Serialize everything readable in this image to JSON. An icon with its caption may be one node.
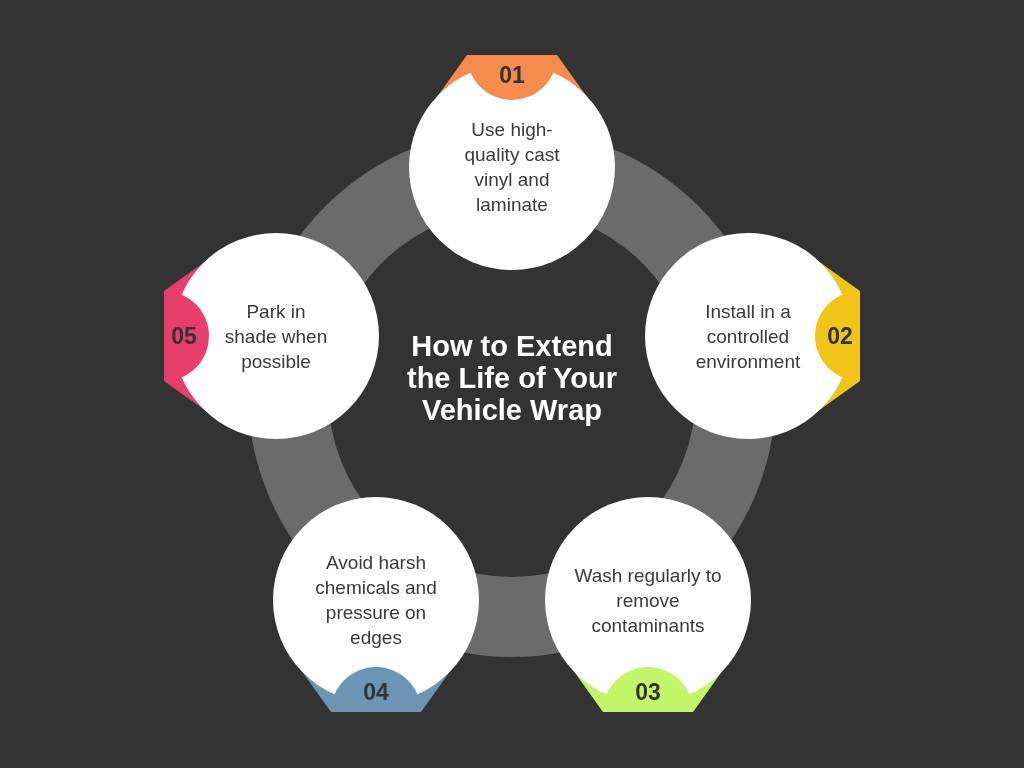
{
  "diagram": {
    "title": "How to Extend the Life of Your Vehicle Wrap",
    "nodes": [
      {
        "text": [
          "01",
          "Use high-quality cast vinyl and laminate"
        ]
      },
      {
        "text": [
          "Install in a controlled environment",
          "02"
        ]
      },
      {
        "text": [
          "Wash regularly to remove contaminants",
          "03"
        ]
      },
      {
        "text": [
          "Avoid harsh chemicals and pressure on edges",
          "04"
        ]
      },
      {
        "text": [
          "05",
          "Park in shade when possible"
        ]
      }
    ]
  }
}
